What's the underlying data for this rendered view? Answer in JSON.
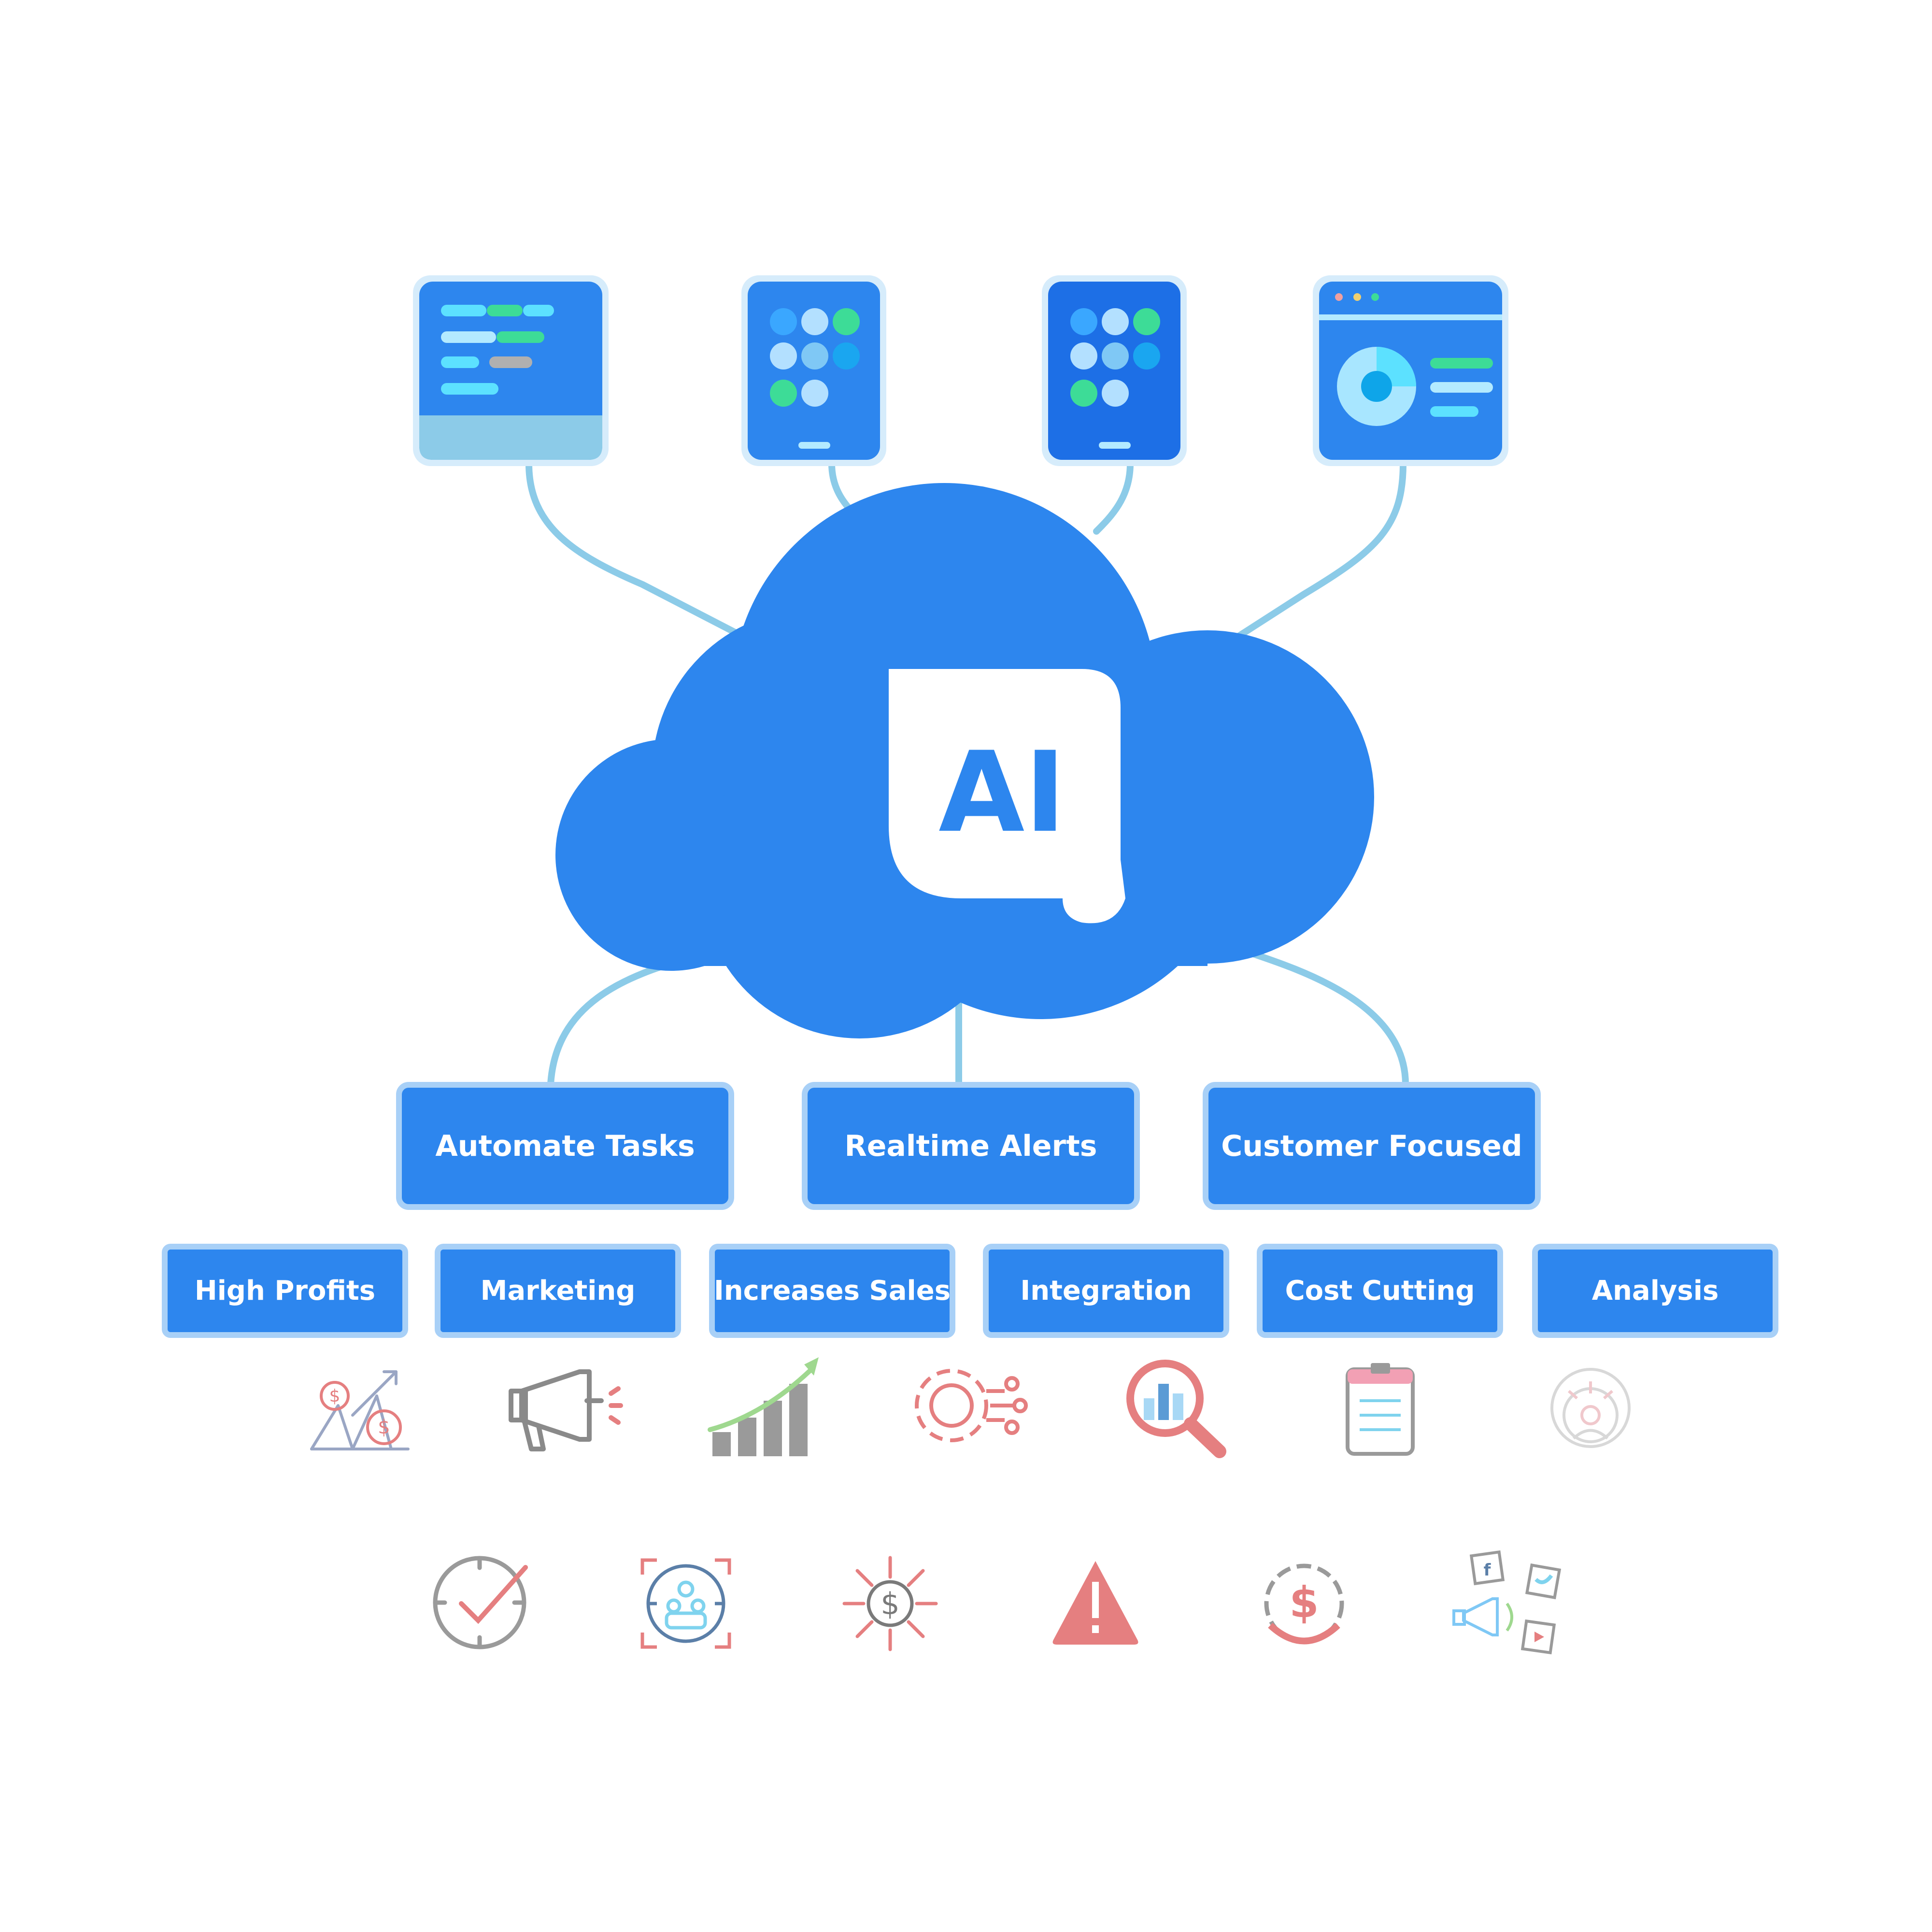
{
  "hub": {
    "label": "AI"
  },
  "features": [
    {
      "label": "Automate Tasks"
    },
    {
      "label": "Realtime Alerts"
    },
    {
      "label": "Customer Focused"
    }
  ],
  "benefits": [
    {
      "label": "High Profits"
    },
    {
      "label": "Marketing"
    },
    {
      "label": "Increases Sales"
    },
    {
      "label": "Integration"
    },
    {
      "label": "Cost Cutting"
    },
    {
      "label": "Analysis"
    }
  ],
  "icons_row1": [
    "profit-growth-icon",
    "megaphone-icon",
    "growth-chart-icon",
    "integration-gear-icon",
    "analysis-magnifier-icon",
    "clipboard-icon",
    "customer-focus-icon"
  ],
  "icons_row2": [
    "clock-check-icon",
    "target-team-icon",
    "dollar-spread-icon",
    "warning-icon",
    "cost-cycle-icon",
    "social-marketing-icon"
  ],
  "colors": {
    "primary_blue": "#2d86ee",
    "box_border": "#a8d0f7",
    "connector": "#8ccbe8",
    "accent_green": "#3ddc97",
    "accent_cyan": "#5ce1ff",
    "icon_red": "#e57f80",
    "icon_gray": "#9a9a9a"
  }
}
